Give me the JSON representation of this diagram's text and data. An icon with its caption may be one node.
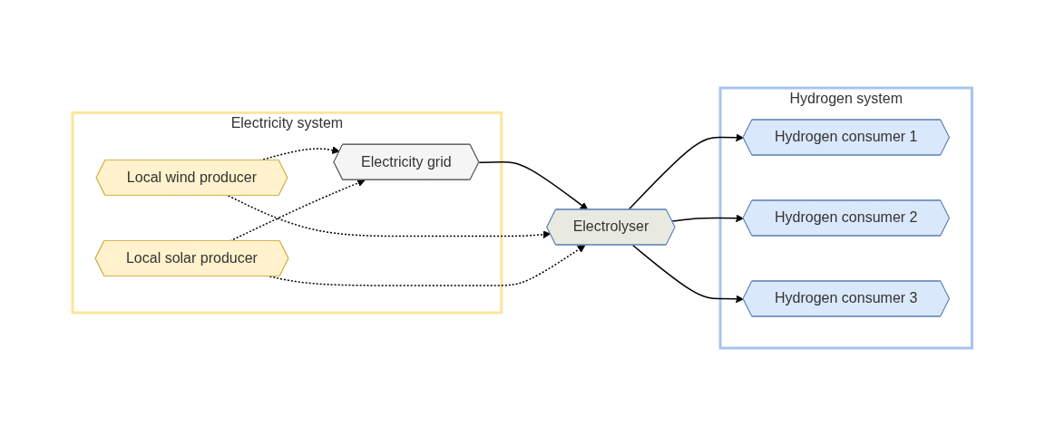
{
  "diagram": {
    "nodes": [
      {
        "text": [
          "Electricity system"
        ]
      },
      {
        "text": [
          "Electricity grid"
        ],
        "in": 0
      },
      {
        "text": [
          "Local wind producer"
        ],
        "in": 0
      },
      {
        "text": [
          "Local solar producer"
        ],
        "in": 0
      },
      {
        "text": [
          "Electrolyser"
        ]
      },
      {
        "text": [
          "Hydrogen system"
        ]
      },
      {
        "text": [
          "Hydrogen consumer 1"
        ],
        "in": 5
      },
      {
        "text": [
          "Hydrogen consumer 2"
        ],
        "in": 5
      },
      {
        "text": [
          "Hydrogen consumer 3"
        ],
        "in": 5
      }
    ],
    "edges": [
      {
        "from": 1,
        "to": 4,
        "arrow": "to"
      },
      {
        "from": 2,
        "to": 4,
        "arrow": "to",
        "style": "dashed"
      },
      {
        "from": 2,
        "to": 1,
        "arrow": "to",
        "style": "dashed"
      },
      {
        "from": 3,
        "to": 4,
        "arrow": "to",
        "style": "dashed"
      },
      {
        "from": 3,
        "to": 1,
        "arrow": "to",
        "style": "dashed"
      },
      {
        "from": 4,
        "to": 6,
        "arrow": "to"
      },
      {
        "from": 4,
        "to": 7,
        "arrow": "to"
      },
      {
        "from": 4,
        "to": 8,
        "arrow": "to"
      }
    ]
  }
}
